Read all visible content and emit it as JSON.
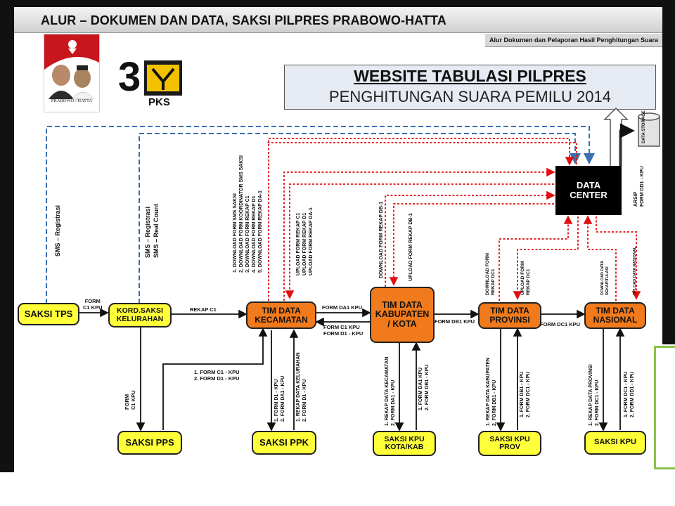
{
  "header": {
    "title": "ALUR – DOKUMEN DAN DATA, SAKSI PILPRES PRABOWO-HATTA",
    "subheader": "Alur Dokumen dan Pelaporan Hasil Penghitungan Suara"
  },
  "logos": {
    "prabowo_caption": "PRABOWO / HATTA",
    "pks_number": "3",
    "pks_label": "PKS"
  },
  "website": {
    "title": "WEBSITE TABULASI PILPRES",
    "subtitle": "PENGHITUNGAN SUARA PEMILU 2014"
  },
  "nodes": {
    "saksi_tps": "SAKSI TPS",
    "kord_saksi_line1": "KORD.SAKSI",
    "kord_saksi_line2": "KELURAHAN",
    "tim_kecamatan_line1": "TIM DATA",
    "tim_kecamatan_line2": "KECAMATAN",
    "tim_kabupaten_line1": "TIM DATA",
    "tim_kabupaten_line2": "KABUPATEN",
    "tim_kabupaten_line3": "/ KOTA",
    "tim_provinsi_line1": "TIM DATA",
    "tim_provinsi_line2": "PROVINSI",
    "tim_nasional_line1": "TIM DATA",
    "tim_nasional_line2": "NASIONAL",
    "data_center_line1": "DATA",
    "data_center_line2": "CENTER",
    "saksi_pps": "SAKSI PPS",
    "saksi_ppk": "SAKSI PPK",
    "saksi_kpu_kota_line1": "SAKSI KPU",
    "saksi_kpu_kota_line2": "KOTA/KAB",
    "saksi_kpu_prov_line1": "SAKSI KPU",
    "saksi_kpu_prov_line2": "PROV",
    "saksi_kpu": "SAKSI KPU",
    "data_storage": "DATA STORAGE"
  },
  "labels": {
    "form_c1_kpu_1": "FORM",
    "form_c1_kpu_2": "C1 KPU",
    "rekap_c1": "REKAP  C1",
    "form_da1_kpu": "FORM DA1 KPU",
    "form_c1_kpu_d1_1": "FORM C1 KPU",
    "form_c1_kpu_d1_2": "FORM D1 - KPU",
    "form_db1_kpu": "FORM DB1 KPU",
    "form_dc1_kpu": "FORM DC1 KPU",
    "pps_form_1": "1. FORM C1 - KPU",
    "pps_form_2": "2. FORM D1 - KPU",
    "sms_registrasi": "SMS – Registrasi",
    "sms_reg_real_1": "SMS – Registrasi",
    "sms_reg_real_2": "SMS – Real Count",
    "form_c1kpu_v": "FORM\nC1 KPU",
    "download_list": "1. DOWNLOAD FORM SMS SAKSI\n2. DOWNLOAD FORM KOORDINATOR SMS SAKSI\n3. DOWNLOAD FORM REKAP C1\n4. DOWNLOAD FORM REKAP D1\n5. DOWNLOAD FORM REKAP DA-1",
    "upload_list": "UPLOAD FORM REKAP C1\nUPLOAD FORM REKAP D1\nUPLOAD FORM REKAP DA-1",
    "download_db1": "DOWNLOAD FORM REKAP DB-1",
    "upload_db1": "UPLOAD FORM REKAP DB-1",
    "download_dc1": "DOWNLOAD FORM\nREKAP DC1",
    "upload_dc1": "UPLOAD FORM\nREKAP DC1",
    "download_nasional": "DOWNLOAD DATA\nREKAPITULASI",
    "upload_nasional": "UPLOAD DATA NASIONAL",
    "arsip": "ARSIP\nFORM DD1 - KPU",
    "ppk_form": "1. FORM D1 - KPU\n2. FORM DA1 - KPU",
    "ppk_rekap": "1. REKAP DATA KELURAHAN\n2. FORM D1 - KPU",
    "kota_rekap": "1. REKAP DATA KECAMATAN\n2. FORM DA1 - KPU",
    "kota_form": "1. FORM DA1 KPU\n2. FORM DB1 - KPU",
    "prov_rekap": "1. REKAP DATA KABUPATEN\n2. FORM DB1 - KPU",
    "prov_form": "1. FORM DB1 - KPU\n2. FORM DC1 - KPU",
    "nas_rekap": "1. REKAP DATA PROVINSI\n2. FORM DC1 - KPU",
    "nas_form": "1. FORM DC1 - KPU\n2. FORM DD1 - KPU"
  },
  "colors": {
    "yellow_node": "#ffff3a",
    "orange_node": "#f07a1c",
    "red_dotted": "#e01010",
    "blue_dashed": "#3a6fb0"
  }
}
